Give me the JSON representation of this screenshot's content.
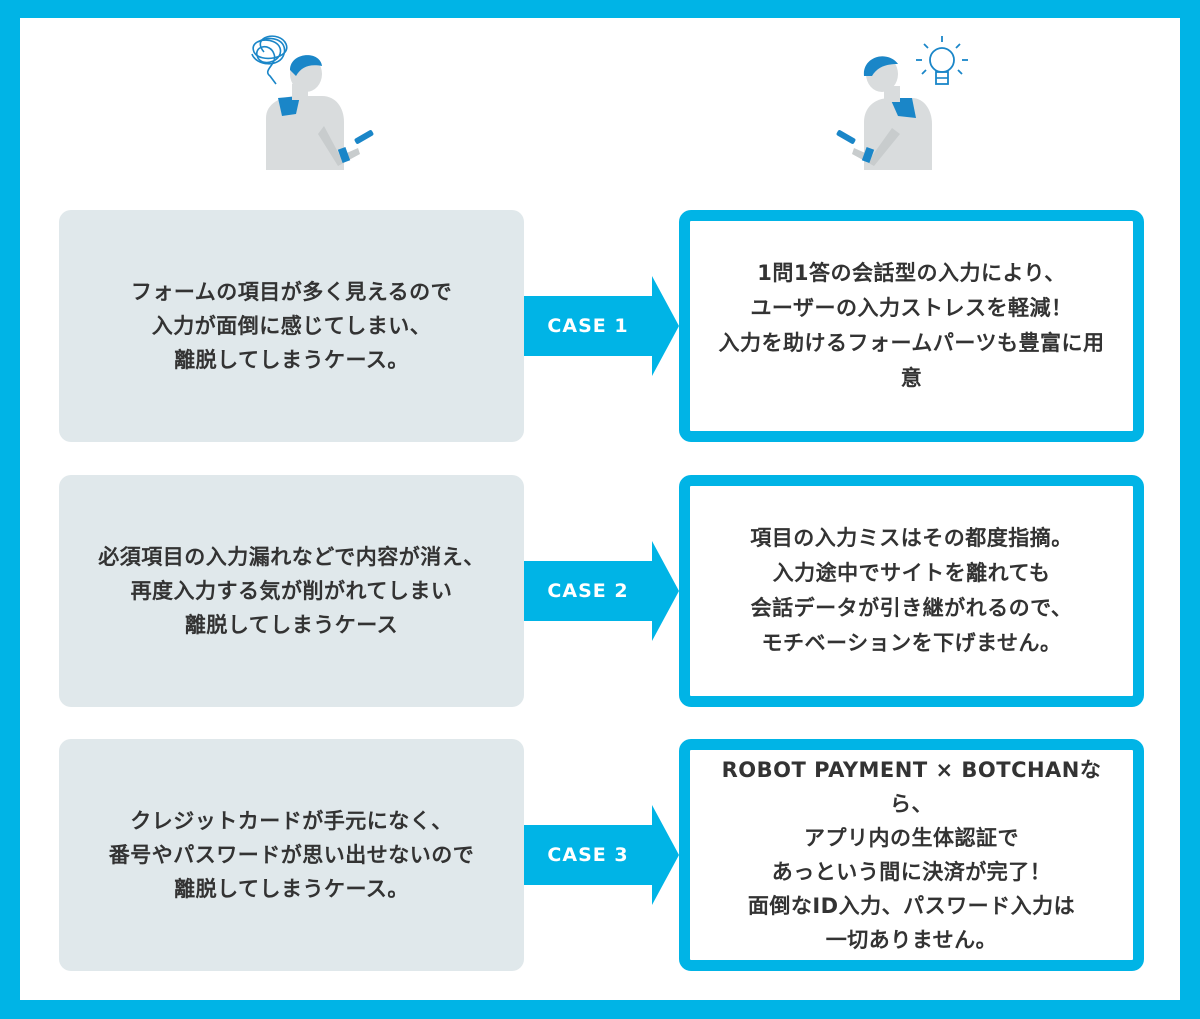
{
  "colors": {
    "frame": "#00b4e6",
    "problem_bg": "#e0e8eb",
    "text": "#333333",
    "figure_gray": "#d9dcdd",
    "figure_blue": "#1a86c8",
    "accent": "#00b4e6"
  },
  "figures": {
    "left": {
      "icon": "confused-person-icon"
    },
    "right": {
      "icon": "idea-person-icon"
    }
  },
  "cases": [
    {
      "label": "CASE 1",
      "problem": "フォームの項目が多く見えるので\n入力が面倒に感じてしまい、\n離脱してしまうケース。",
      "solution": "1問1答の会話型の入力により、\nユーザーの入力ストレスを軽減！\n入力を助けるフォームパーツも豊富に用\n意"
    },
    {
      "label": "CASE 2",
      "problem": "必須項目の入力漏れなどで内容が消え、\n再度入力する気が削がれてしまい\n離脱してしまうケース",
      "solution": "項目の入力ミスはその都度指摘。\n入力途中でサイトを離れても\n会話データが引き継がれるので、\nモチベーションを下げません。"
    },
    {
      "label": "CASE 3",
      "problem": "クレジットカードが手元になく、\n番号やパスワードが思い出せないので\n離脱してしまうケース。",
      "solution": "ROBOT PAYMENT × BOTCHANな\nら、\nアプリ内の生体認証で\nあっという間に決済が完了！\n面倒なID入力、パスワード入力は\n一切ありません。"
    }
  ]
}
